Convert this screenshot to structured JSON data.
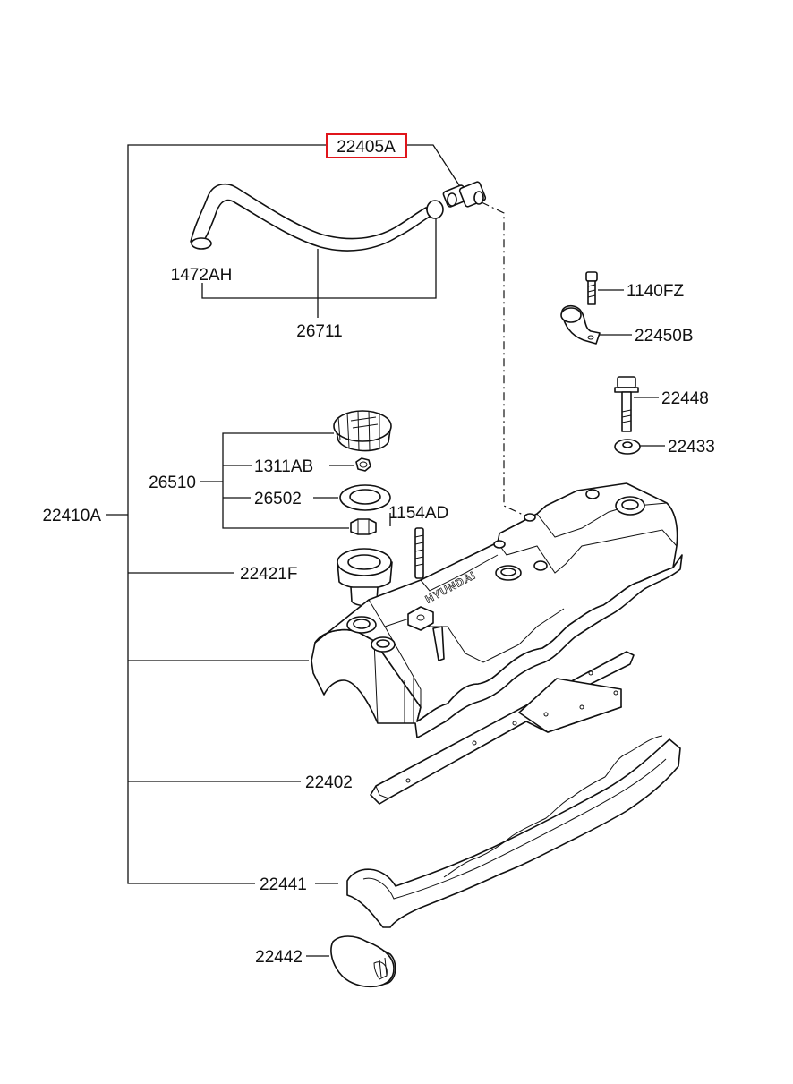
{
  "labels": {
    "assembly": "22410A",
    "pcv_valve": "22405A",
    "hose_clamp": "1472AH",
    "hose": "26711",
    "bolt_clip": "1140FZ",
    "clip": "22450B",
    "cover_bolt": "22448",
    "washer": "22433",
    "cap_assembly": "26510",
    "cap_nut": "1311AB",
    "cap_gasket": "26502",
    "stud": "1154AD",
    "filler_neck": "22421F",
    "baffle_plate": "22402",
    "cover_gasket": "22441",
    "plug": "22442"
  },
  "cover_embossing": "HYUNDAI",
  "colors": {
    "line": "#111111",
    "highlight": "#e0151b",
    "background": "#ffffff"
  }
}
